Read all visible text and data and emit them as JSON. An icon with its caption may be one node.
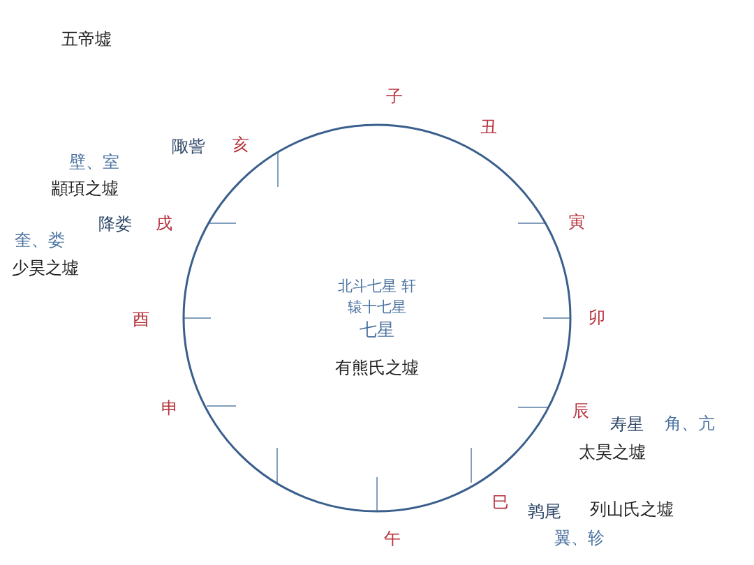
{
  "diagram": {
    "title": "五帝墟",
    "nodes": [
      {
        "text": [
          "北斗七星 轩辕十七星",
          "七星",
          "有熊氏之墟"
        ]
      }
    ],
    "edges": [],
    "labels": [
      "子",
      "丑",
      "陬訾",
      "亥",
      "壁、室",
      "顓頊之墟",
      "降娄",
      "戌",
      "寅",
      "奎、娄",
      "少昊之墟",
      "酉",
      "卯",
      "申",
      "辰",
      "寿星",
      "角、亢",
      "太昊之墟",
      "巳",
      "鹑尾",
      "列山氏之墟",
      "午",
      "翼、轸"
    ]
  }
}
